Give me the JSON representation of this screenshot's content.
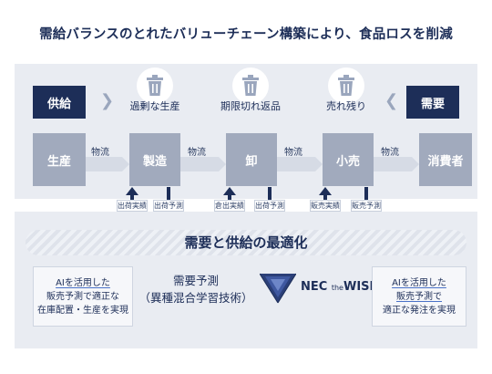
{
  "title": "需給バランスのとれたバリューチェーン構築により、食品ロスを削減",
  "supply_label": "供給",
  "demand_label": "需要",
  "waste": [
    {
      "label": "過剰な生産",
      "icon": "trash-bin-icon"
    },
    {
      "label": "期限切れ返品",
      "icon": "trash-bin-icon"
    },
    {
      "label": "売れ残り",
      "icon": "trash-bin-icon"
    }
  ],
  "stages": [
    "生産",
    "製造",
    "卸",
    "小売",
    "消費者"
  ],
  "flow_label": "物流",
  "tags": [
    "出荷実績",
    "出荷予測",
    "倉出実績",
    "出荷予測",
    "販売実績",
    "販売予測"
  ],
  "optimization": "需要と供給の最適化",
  "left_box": {
    "highlight": "AIを活用した",
    "lines": [
      "販売予測で適正な",
      "在庫配置・生産を実現"
    ]
  },
  "forecast": {
    "line1": "需要予測",
    "line2": "（異種混合学習技術）"
  },
  "brand": {
    "prefix": "NEC",
    "small": "the",
    "suffix": "WISE"
  },
  "right_box": {
    "highlight": "AIを活用した",
    "highlight2": "販売予測で",
    "lines": [
      "適正な発注を実現"
    ]
  },
  "colors": {
    "navy": "#1d2e58",
    "stage_gray": "#a1aabd",
    "band": "#e9ecf2"
  }
}
